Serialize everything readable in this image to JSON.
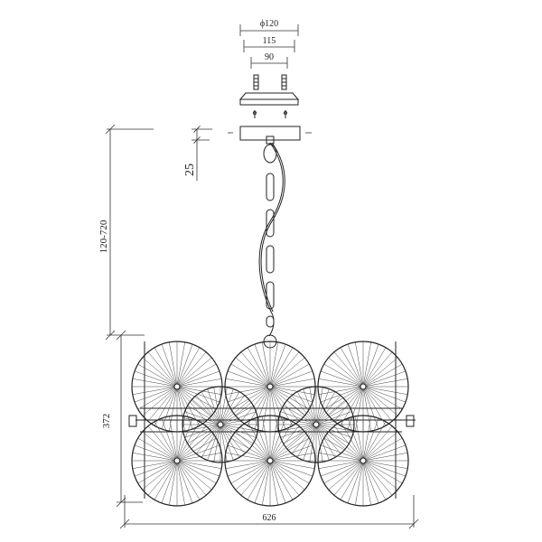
{
  "drawing": {
    "type": "pendant-lamp-technical-drawing",
    "dimensions": {
      "canopy_diameter": "ϕ120",
      "canopy_mount_width": "115",
      "screw_spacing": "90",
      "canopy_offset": "25",
      "suspension_length": "120-720",
      "body_height": "372",
      "body_diameter": "626"
    }
  }
}
